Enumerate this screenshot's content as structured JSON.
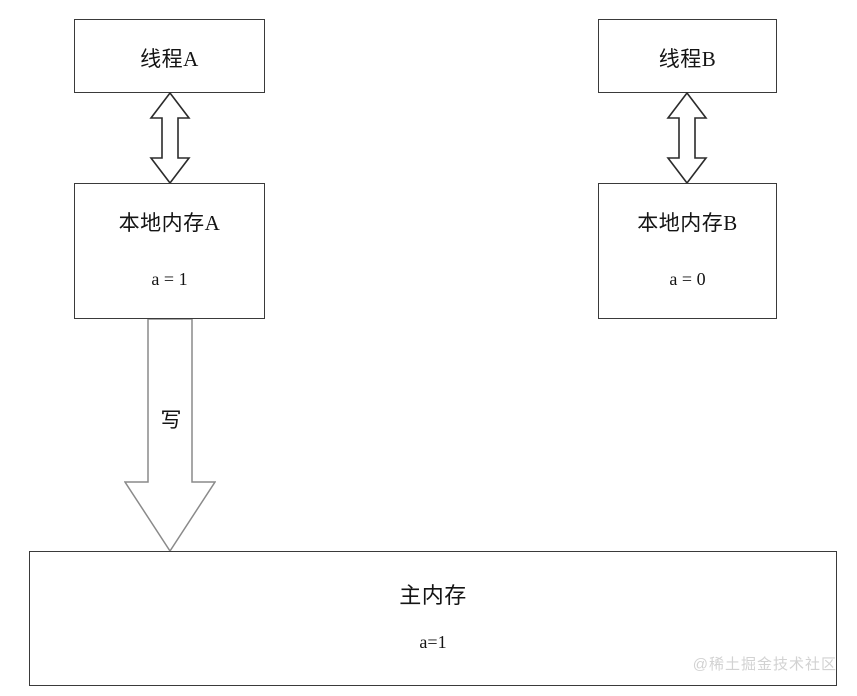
{
  "diagram": {
    "title": "Java Memory Model - thread local memory and main memory",
    "background_color": "#ffffff",
    "stroke_color": "#3a3a3a",
    "text_color": "#141414",
    "nodes": {
      "thread_a": {
        "label": "线程A"
      },
      "thread_b": {
        "label": "线程B"
      },
      "local_memory_a": {
        "label": "本地内存A",
        "value": "a = 1"
      },
      "local_memory_b": {
        "label": "本地内存B",
        "value": "a = 0"
      },
      "main_memory": {
        "label": "主内存",
        "value": "a=1"
      }
    },
    "edges": {
      "thread_a_to_local_a": {
        "kind": "double-arrow-vertical",
        "label": ""
      },
      "thread_b_to_local_b": {
        "kind": "double-arrow-vertical",
        "label": ""
      },
      "local_a_to_main": {
        "kind": "block-arrow-down",
        "label": "写"
      }
    },
    "watermark": {
      "text": "@稀土掘金技术社区",
      "color": "#d2d2d2"
    }
  }
}
